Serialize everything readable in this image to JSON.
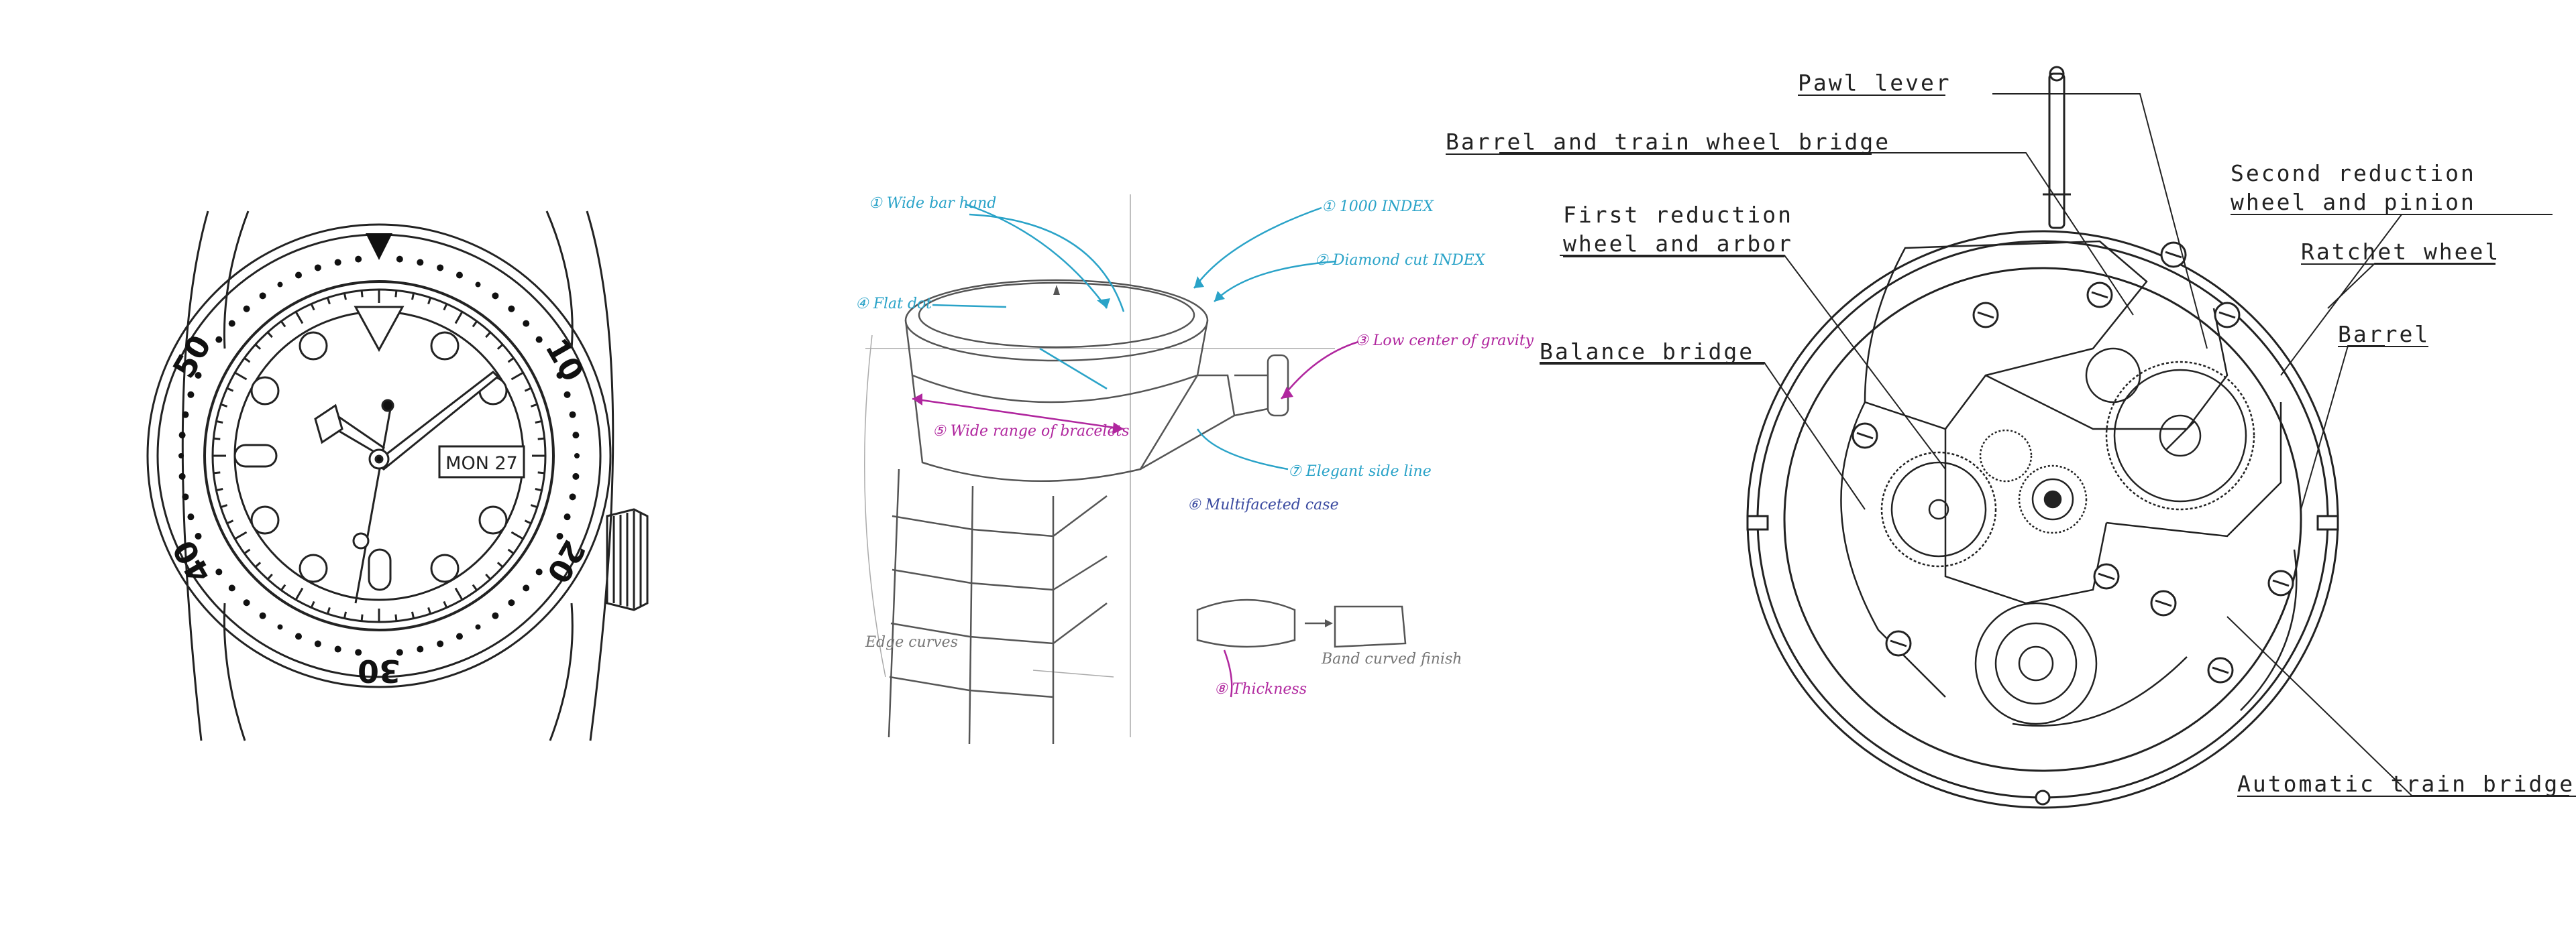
{
  "watch_dial": {
    "bezel_numbers": [
      "10",
      "20",
      "30",
      "40",
      "50"
    ],
    "date_window": "MON 27"
  },
  "sketch": {
    "annotations": [
      "① Wide bar hand",
      "① 1000 INDEX",
      "② Diamond cut INDEX",
      "④ Flat dot",
      "③ Low center of gravity",
      "⑤ Wide range of bracelets",
      "⑦ Elegant side line",
      "⑥ Multifaceted case",
      "⑧ Thickness",
      "Edge curves",
      "Band curved finish"
    ]
  },
  "movement": {
    "labels": [
      "Pawl lever",
      "Barrel and train wheel bridge",
      "Second reduction",
      "wheel and pinion",
      "First reduction",
      "wheel and arbor",
      "Ratchet wheel",
      "Barrel",
      "Balance bridge",
      "Automatic train bridge"
    ]
  },
  "colors": {
    "line": "#222222",
    "sketch_blue": "#2aa3c8",
    "sketch_magenta": "#b0269e",
    "pencil": "#8a8a8a"
  }
}
